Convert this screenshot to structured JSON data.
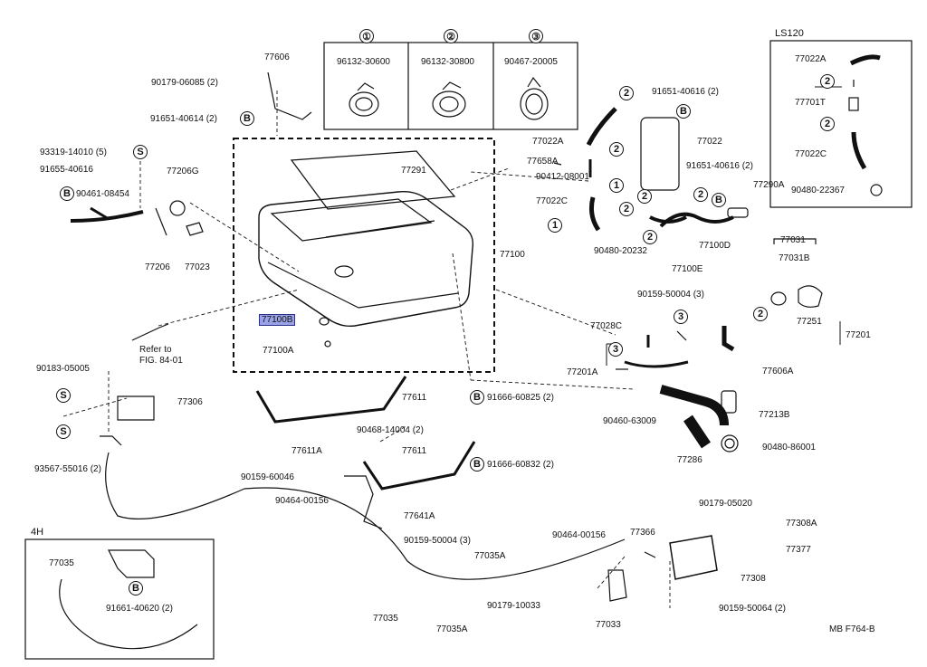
{
  "diagram": {
    "inset_headers": {
      "i1": "①",
      "i2": "②",
      "i3": "③"
    },
    "inset_parts": {
      "p1": "96132-30600",
      "p2": "96132-30800",
      "p3": "90467-20005"
    },
    "boxes": {
      "ls120": "LS120",
      "h4": "4H"
    },
    "refer_to": "Refer to",
    "refer_fig": "FIG. 84-01",
    "footer": "MB  F764-B",
    "labels": {
      "l77606": "77606",
      "l90179_06085": "90179-06085 (2)",
      "l91651_40614": "91651-40614 (2)",
      "l93319": "93319-14010 (5)",
      "l91655": "91655-40616",
      "l90461": "90461-08454",
      "l77206G": "77206G",
      "l77206": "77206",
      "l77023": "77023",
      "l77291": "77291",
      "l77100": "77100",
      "l77100B": "77100B",
      "l77100A": "77100A",
      "l90183": "90183-05005",
      "l77306": "77306",
      "l93567": "93567-55016 (2)",
      "l77611a": "77611",
      "l77611b": "77611",
      "l77611A": "77611A",
      "l90468": "90468-14004 (2)",
      "l91666_825": "91666-60825 (2)",
      "l91666_832": "91666-60832 (2)",
      "l90159_046": "90159-60046",
      "l90464_a": "90464-00156",
      "l90464_b": "90464-00156",
      "l77641A": "77641A",
      "l90159_004b": "90159-50004 (3)",
      "l77035A_a": "77035A",
      "l77035A_b": "77035A",
      "l77035_main": "77035",
      "l77035_4h": "77035",
      "l91661": "91661-40620 (2)",
      "l90179_10033": "90179-10033",
      "l77033": "77033",
      "l77366": "77366",
      "l77308": "77308",
      "l77377": "77377",
      "l77308A": "77308A",
      "l90179_05020": "90179-05020",
      "l90159_50064": "90159-50064 (2)",
      "l77286": "77286",
      "l90480_86001": "90480-86001",
      "l77213B": "77213B",
      "l90460": "90460-63009",
      "l77606A": "77606A",
      "l77201": "77201",
      "l77251": "77251",
      "l77201A": "77201A",
      "l77028C": "77028C",
      "l90159_004a": "90159-50004 (3)",
      "l77031": "77031",
      "l77031B": "77031B",
      "l77100E": "77100E",
      "l77100D": "77100D",
      "l90480_20232": "90480-20232",
      "l77290A": "77290A",
      "l91651_40616a": "91651-40616 (2)",
      "l91651_40616b": "91651-40616 (2)",
      "l77022": "77022",
      "l77022A": "77022A",
      "l90412": "90412-08001",
      "l77022C": "77022C",
      "l77658A": "77658A",
      "ls_77022A": "77022A",
      "ls_77701T": "77701T",
      "ls_77022C": "77022C",
      "ls_90480": "90480-22367"
    },
    "markers": {
      "S": "S",
      "B": "B",
      "one": "1",
      "two": "2",
      "three": "3"
    }
  }
}
